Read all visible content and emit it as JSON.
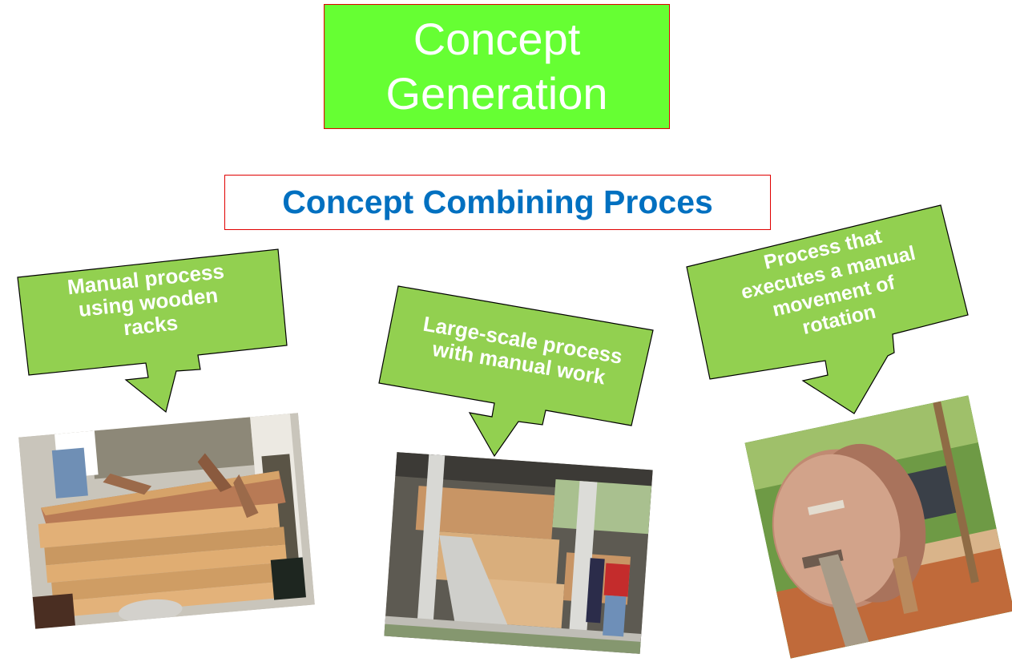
{
  "title": {
    "line1": "Concept",
    "line2": "Generation",
    "background": "#66ff33",
    "border": "#e00000"
  },
  "subtitle": {
    "text": "Concept Combining Proces",
    "color": "#0070c0",
    "border": "#e00000"
  },
  "callouts": [
    {
      "lines": [
        "Manual process",
        "using wooden",
        "racks"
      ],
      "fill": "#92d050",
      "photo": {
        "description": "workers turning cocoa beans in stacked wooden racks"
      }
    },
    {
      "lines": [
        "Large-scale process",
        "with manual work"
      ],
      "fill": "#92d050",
      "photo": {
        "description": "large shed with stacked wooden boxes and workers"
      }
    },
    {
      "lines": [
        "Process that",
        "executes a manual",
        "movement of",
        "rotation"
      ],
      "fill": "#92d050",
      "photo": {
        "description": "wooden rotating drum with hand crank outdoors"
      }
    }
  ]
}
